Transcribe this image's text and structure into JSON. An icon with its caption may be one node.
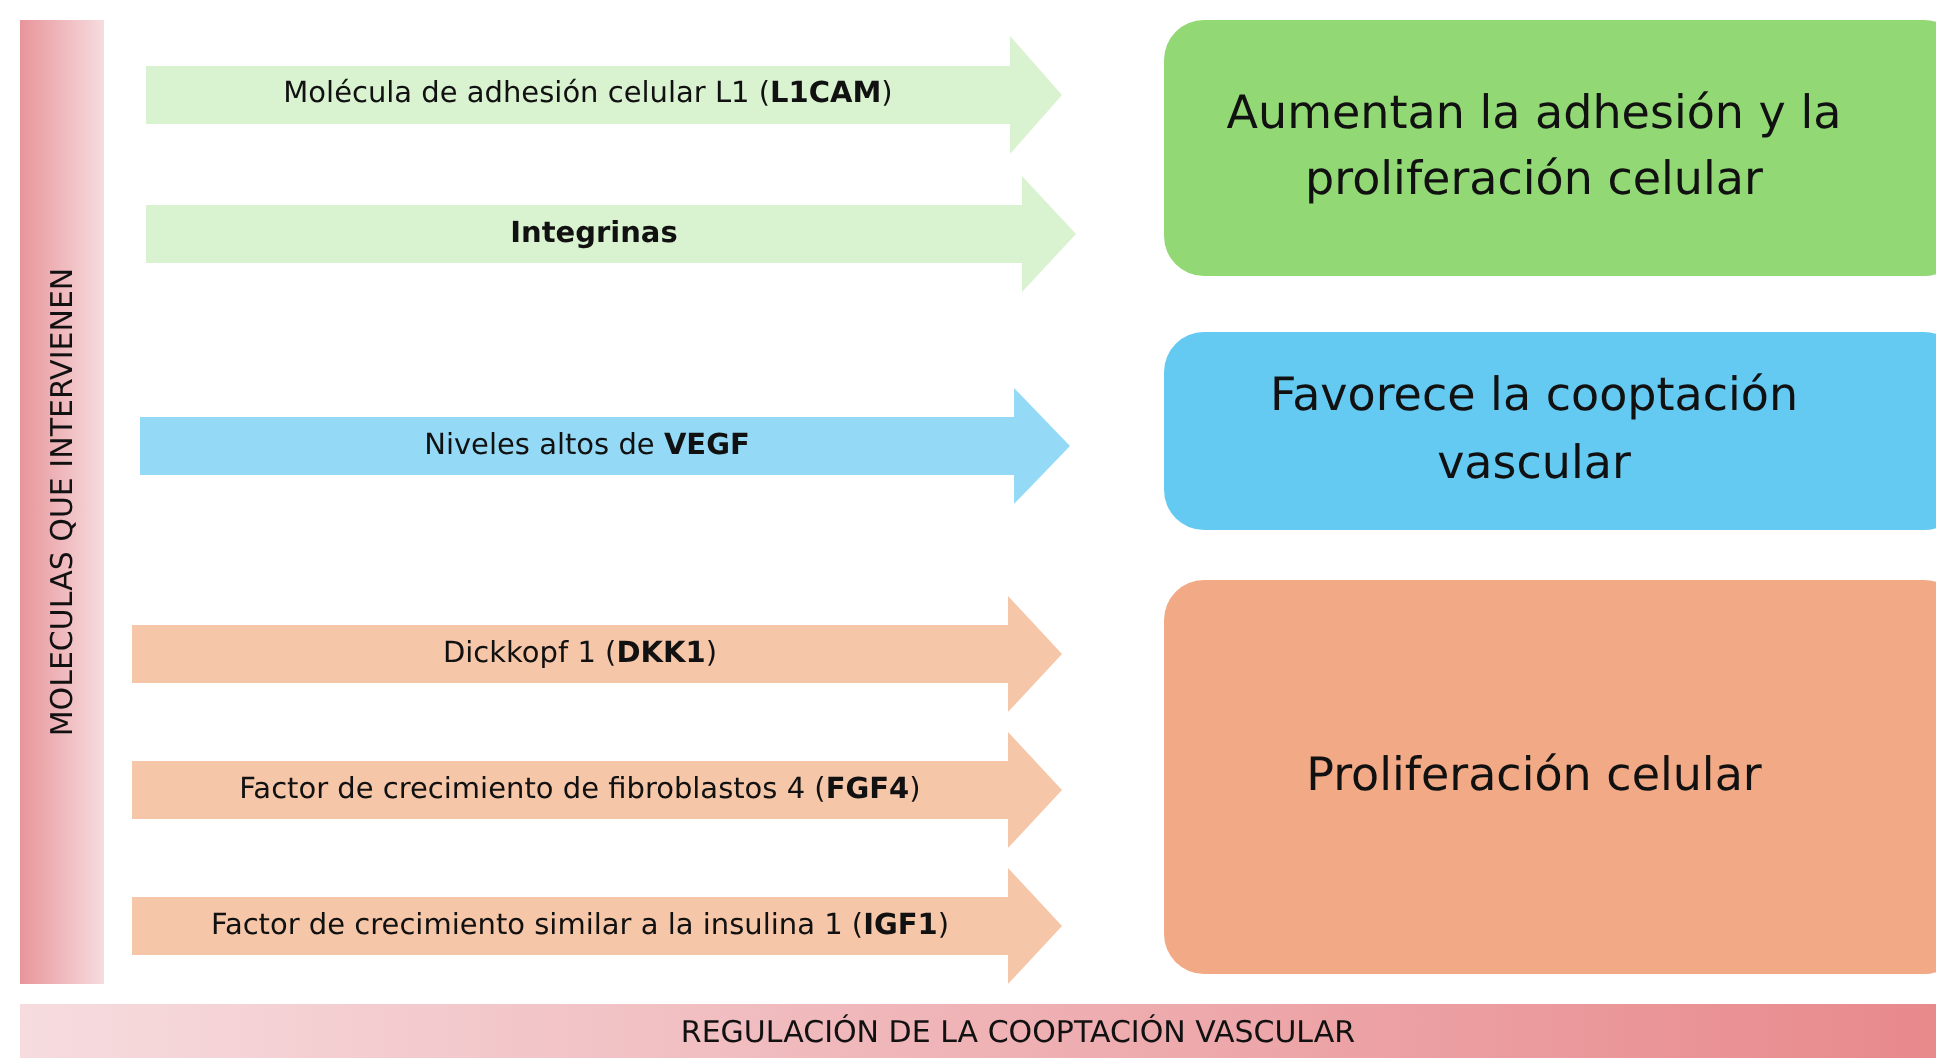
{
  "diagram": {
    "nodes": [
      {
        "text": [
          "MOLECULAS QUE INTERVIENEN"
        ]
      },
      {
        "text": [
          "Molécula de adhesión celular L1 (**L1CAM**)"
        ]
      },
      {
        "text": [
          "Integrinas"
        ]
      },
      {
        "text": [
          "Niveles altos de **VEGF**"
        ]
      },
      {
        "text": [
          "Dickkopf 1 (**DKK1**)"
        ]
      },
      {
        "text": [
          "Factor de crecimiento de fibroblastos 4 (**FGF4**)"
        ]
      },
      {
        "text": [
          "Factor de crecimiento similar a la insulina 1 (**IGF1**)"
        ]
      },
      {
        "text": [
          "Aumentan la adhesión y la proliferación celular"
        ]
      },
      {
        "text": [
          "Favorece la cooptación vascular"
        ]
      },
      {
        "text": [
          "Proliferación celular"
        ]
      },
      {
        "text": [
          "REGULACIÓN DE LA COOPTACIÓN VASCULAR"
        ]
      }
    ]
  }
}
